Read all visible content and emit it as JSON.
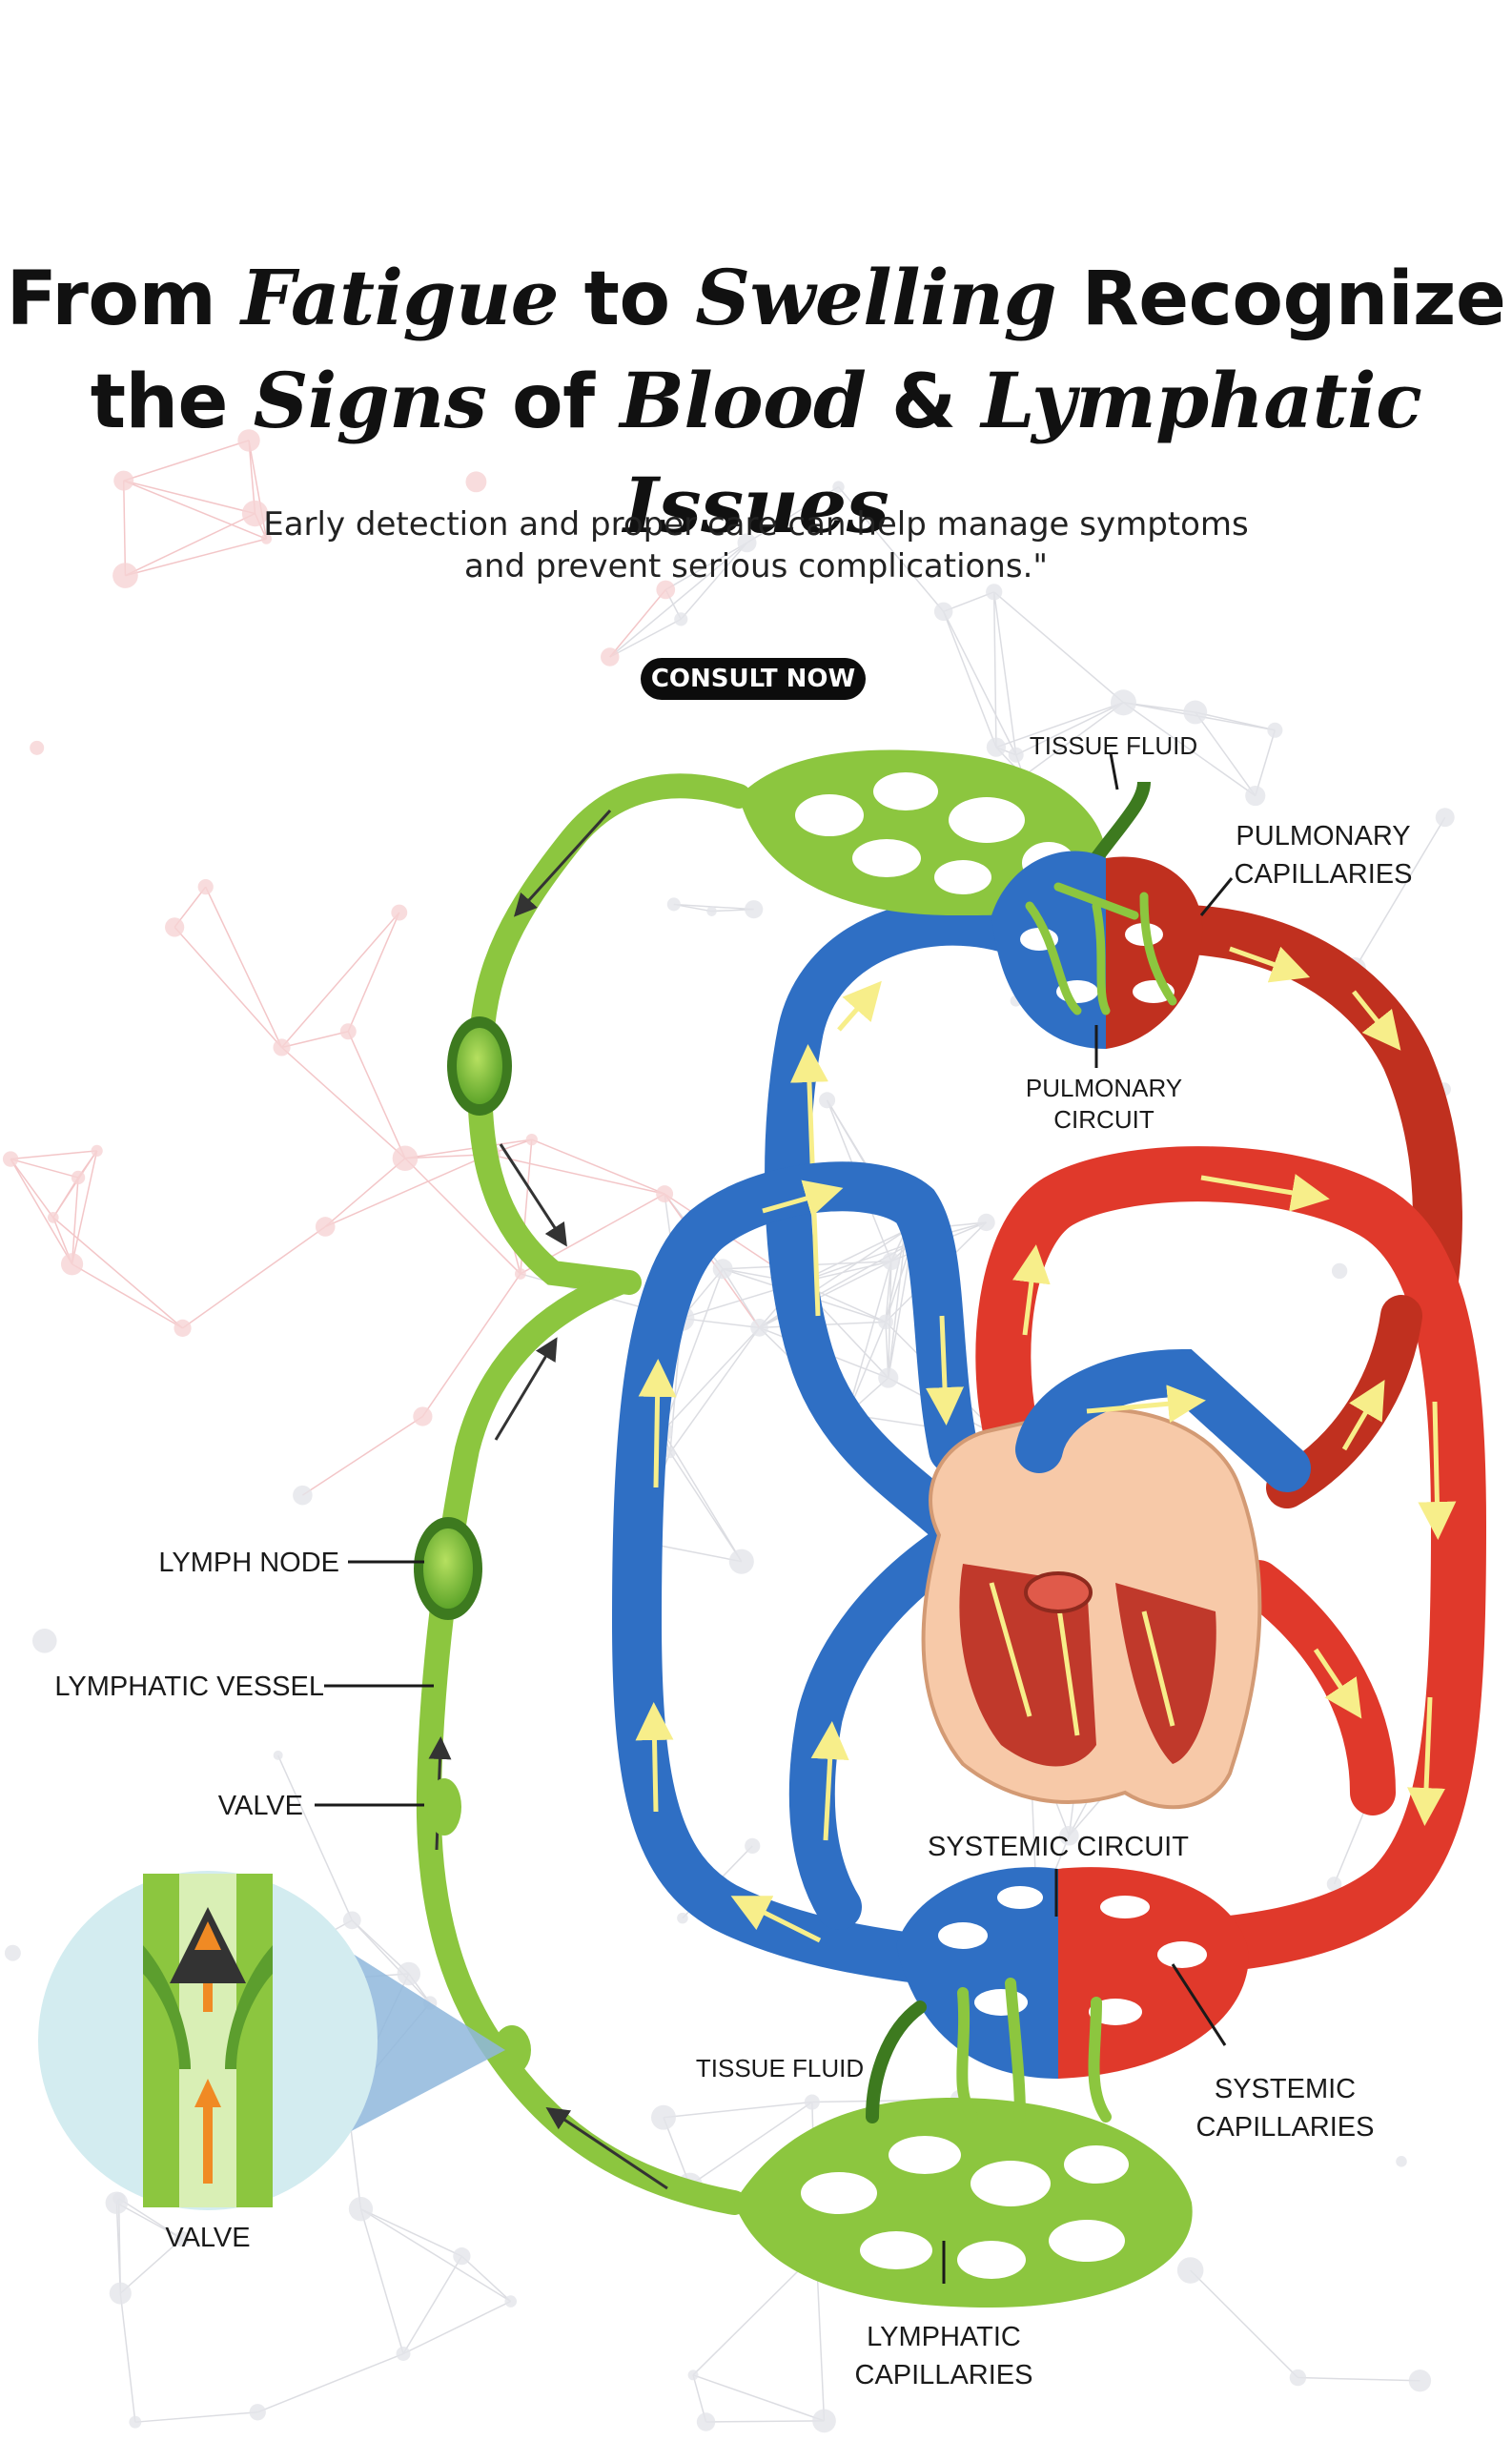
{
  "headline": {
    "line1": [
      {
        "text": "From ",
        "italic": false
      },
      {
        "text": "Fatigue",
        "italic": true
      },
      {
        "text": " to ",
        "italic": false
      },
      {
        "text": "Swelling",
        "italic": true
      },
      {
        "text": " Recognize",
        "italic": false
      }
    ],
    "line2": [
      {
        "text": "the ",
        "italic": false
      },
      {
        "text": "Signs",
        "italic": true
      },
      {
        "text": " of ",
        "italic": false
      },
      {
        "text": "Blood",
        "italic": true
      },
      {
        "text": " & ",
        "italic": false
      },
      {
        "text": "Lymphatic Issues",
        "italic": true
      }
    ]
  },
  "subtitle": {
    "line1": "Early detection and proper care can help manage symptoms",
    "line2": "and prevent serious complications.\""
  },
  "cta": {
    "label": "CONSULT NOW"
  },
  "diagram": {
    "labels": {
      "tissue_fluid_top": "TISSUE FLUID",
      "pulmonary_capillaries_1": "PULMONARY",
      "pulmonary_capillaries_2": "CAPILLARIES",
      "pulmonary_circuit_1": "PULMONARY",
      "pulmonary_circuit_2": "CIRCUIT",
      "lymph_node": "LYMPH NODE",
      "lymphatic_vessel": "LYMPHATIC  VESSEL",
      "valve": "VALVE",
      "systemic_circuit": "SYSTEMIC CIRCUIT",
      "tissue_fluid_bottom": "TISSUE FLUID",
      "systemic_capillaries_1": "SYSTEMIC",
      "systemic_capillaries_2": "CAPILLARIES",
      "valve_inset": "VALVE",
      "lymphatic_capillaries_1": "LYMPHATIC",
      "lymphatic_capillaries_2": "CAPILLARIES"
    },
    "colors": {
      "lymph_green": "#8cc63f",
      "lymph_dark": "#3d7a1f",
      "vein_blue": "#2f6fc4",
      "artery_red": "#e0392b",
      "artery_dark": "#a52a1c",
      "arrow_yellow": "#f7ee8a",
      "heart_tissue": "#f7c9a8"
    }
  }
}
